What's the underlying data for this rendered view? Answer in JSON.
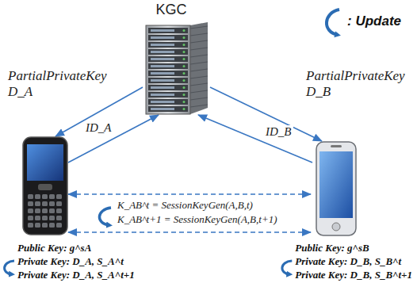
{
  "diagram": {
    "nodes": [
      {
        "text": [
          "KGC"
        ]
      },
      {
        "text": [
          "Public Key: g^sA",
          "Private Key: D_A, S_A^t",
          "Private Key: D_A, S_A^t+1"
        ]
      },
      {
        "text": [
          "Public Key: g^sB",
          "Private Key: D_B, S_B^t",
          "Private Key: D_B, S_B^t+1"
        ]
      }
    ],
    "edges": [
      {
        "from": 0,
        "to": 1,
        "label": "PartialPrivateKey D_A",
        "arrow": "to"
      },
      {
        "from": 1,
        "to": 0,
        "label": "ID_A",
        "arrow": "to"
      },
      {
        "from": 0,
        "to": 2,
        "label": "PartialPrivateKey D_B",
        "arrow": "to"
      },
      {
        "from": 2,
        "to": 0,
        "label": "ID_B",
        "arrow": "to"
      },
      {
        "from": 1,
        "to": 2,
        "label": "K_AB^t = SessionKeyGen(A,B,t)",
        "arrow": "both"
      },
      {
        "from": 1,
        "to": 2,
        "label": "K_AB^t+1 = SessionKeyGen(A,B,t+1)",
        "arrow": "both"
      }
    ],
    "labels": [
      ": Update"
    ]
  }
}
